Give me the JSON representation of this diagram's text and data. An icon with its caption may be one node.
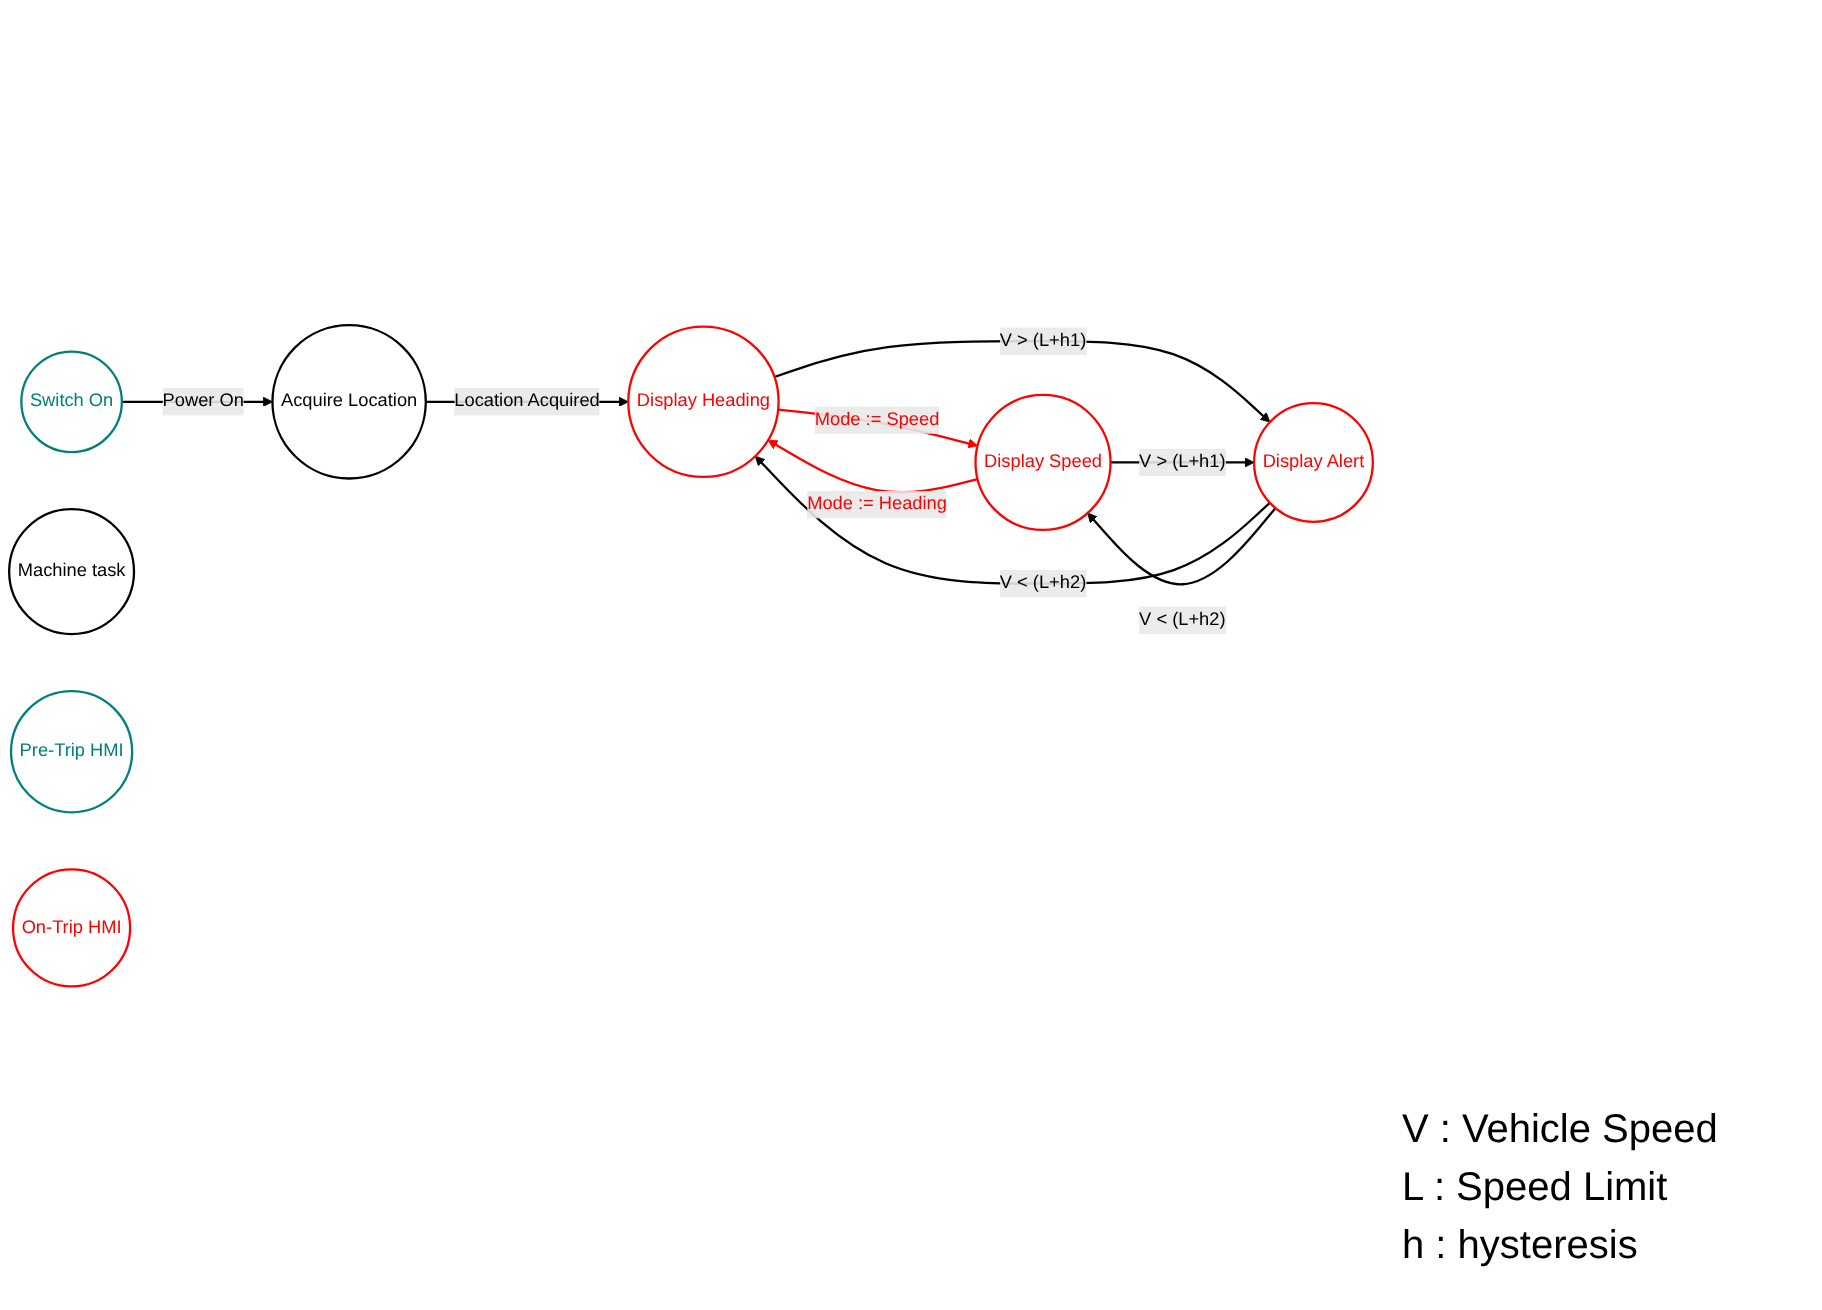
{
  "diagram": {
    "nodes": [
      {
        "text": [
          "Switch On"
        ]
      },
      {
        "text": [
          "Acquire Location"
        ]
      },
      {
        "text": [
          "Display Heading"
        ]
      },
      {
        "text": [
          "Display Speed"
        ]
      },
      {
        "text": [
          "Display Alert"
        ]
      },
      {
        "text": [
          "Machine task"
        ]
      },
      {
        "text": [
          "Pre-Trip HMI"
        ]
      },
      {
        "text": [
          "On-Trip HMI"
        ]
      }
    ],
    "edges": [
      {
        "from": 0,
        "to": 1,
        "arrow": "to",
        "label": "Power On"
      },
      {
        "from": 1,
        "to": 2,
        "arrow": "to",
        "label": "Location Acquired"
      },
      {
        "from": 2,
        "to": 3,
        "arrow": "to",
        "label": "Mode := Speed",
        "color": "#ff0000"
      },
      {
        "from": 3,
        "to": 2,
        "arrow": "to",
        "label": "Mode := Heading",
        "color": "#ff0000"
      },
      {
        "from": 2,
        "to": 4,
        "arrow": "to",
        "label": "V > (L+h1)"
      },
      {
        "from": 3,
        "to": 4,
        "arrow": "to",
        "label": "V > (L+h1)"
      },
      {
        "from": 4,
        "to": 2,
        "arrow": "to",
        "label": "V < (L+h2)"
      },
      {
        "from": 4,
        "to": 3,
        "arrow": "to",
        "label": "V < (L+h2)"
      }
    ],
    "labels": [
      "V : Vehicle Speed",
      "L : Speed Limit",
      "h : hysteresis"
    ]
  }
}
